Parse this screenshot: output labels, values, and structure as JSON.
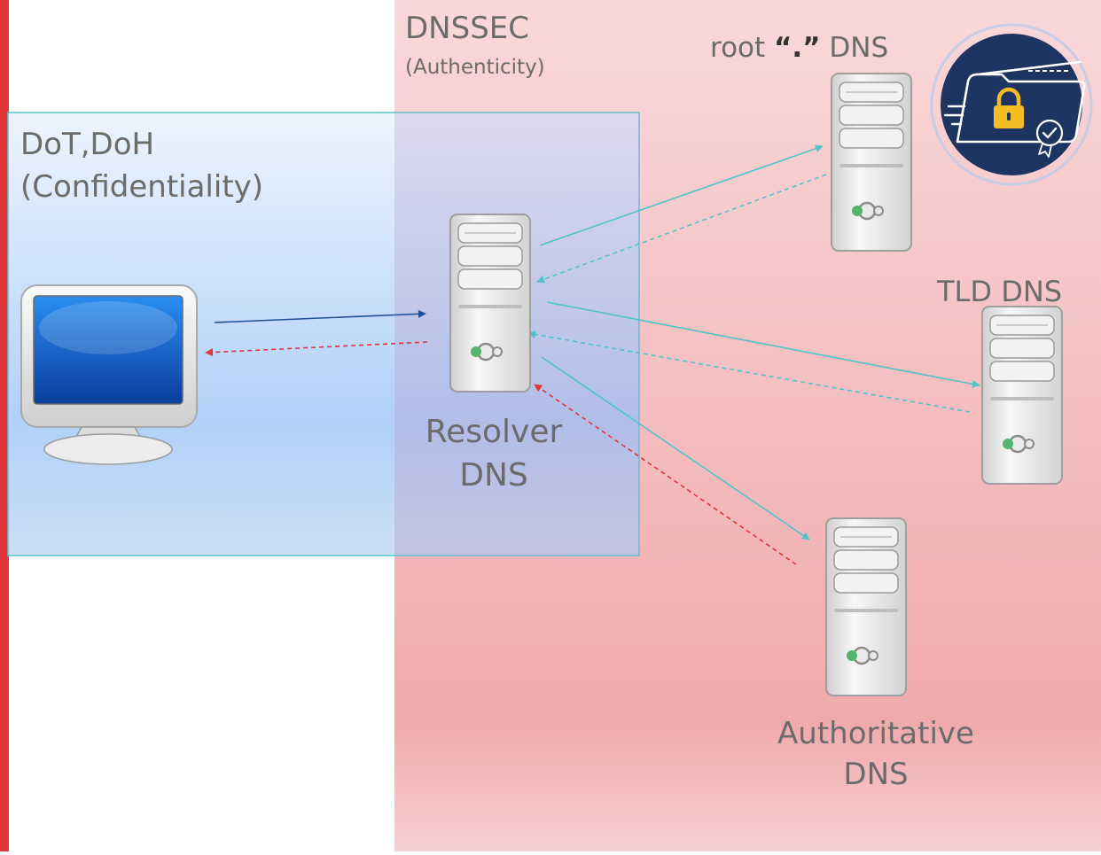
{
  "colors": {
    "accent_bar": "#e0353b",
    "dnssec_zone": "#f3c3c4",
    "encryption_zone": "#cfe3fb",
    "zone_border": "#5bc3c8",
    "query_arrow_client": "#1f4e96",
    "query_arrow": "#4fc3c9",
    "response_arrow_red": "#e0353b",
    "badge_bg": "#1e3461",
    "lock": "#f5bd23"
  },
  "zones": {
    "dnssec": {
      "title": "DNSSEC",
      "subtitle": "(Authenticity)"
    },
    "encryption": {
      "title": "DoT,DoH",
      "subtitle": "(Confidentiality)"
    }
  },
  "nodes": {
    "root": {
      "label_prefix": "root",
      "label_dot": "“.”",
      "label_suffix": "DNS"
    },
    "tld": {
      "label": "TLD DNS"
    },
    "resolver": {
      "label_line1": "Resolver",
      "label_line2": "DNS"
    },
    "authoritative": {
      "label_line1": "Authoritative",
      "label_line2": "DNS"
    }
  },
  "icons": {
    "client": "monitor-icon",
    "server": "server-tower-icon",
    "badge": "secure-folder-lock-icon"
  }
}
